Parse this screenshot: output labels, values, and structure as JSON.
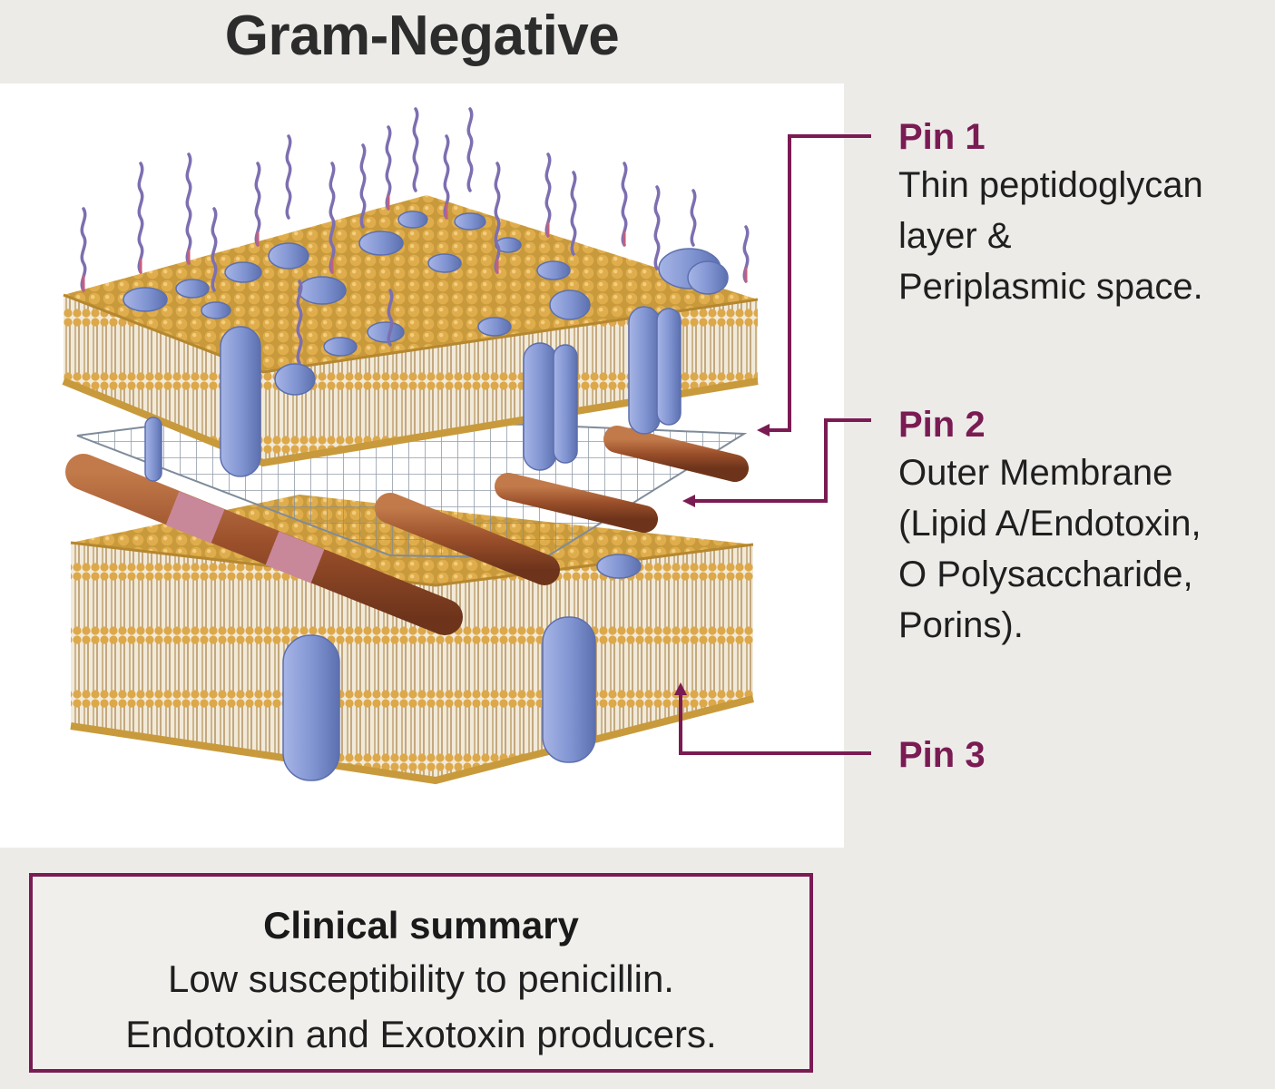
{
  "title": "Gram-Negative",
  "pins": [
    {
      "label": "Pin 1",
      "description": "Thin peptidoglycan\nlayer &\nPeriplasmic space."
    },
    {
      "label": "Pin 2",
      "description": "Outer Membrane\n(Lipid A/Endotoxin,\nO Polysaccharide,\nPorins)."
    },
    {
      "label": "Pin 3",
      "description": ""
    }
  ],
  "summary": {
    "title": "Clinical summary",
    "lines": [
      "Low susceptibility to penicillin.",
      "Endotoxin and Exotoxin producers."
    ]
  },
  "colors": {
    "accent": "#7a1b53",
    "lipid_head": "#d9a545",
    "lipid_tail": "#c9b287",
    "protein": "#7f93d1",
    "peptidoglycan_rod": "#9a4f2a",
    "rod_band": "#c9879a",
    "mesh": "#8b96a6",
    "lps_chain": "#7d6fb0"
  }
}
